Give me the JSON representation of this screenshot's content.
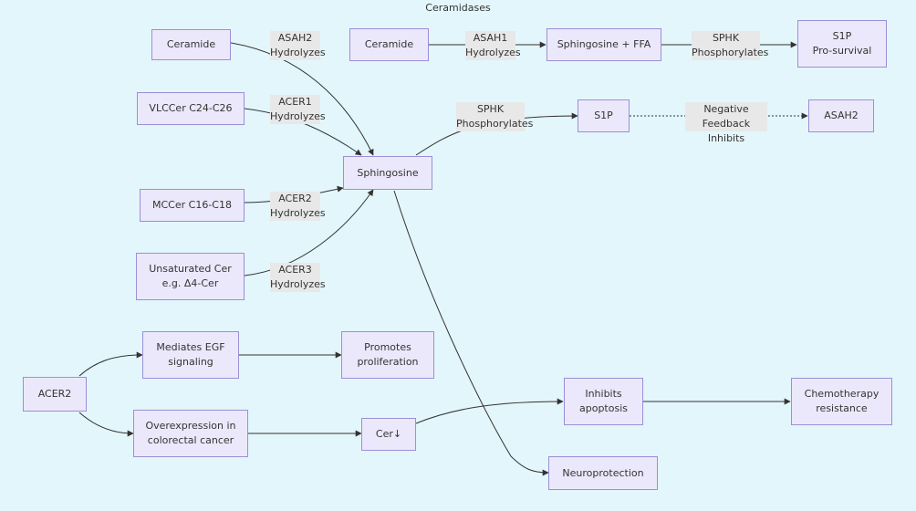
{
  "title": "Ceramidases",
  "colors": {
    "background": "#e3f6fb",
    "node_fill": "#ece8fb",
    "node_border": "#9b8fd6",
    "edge": "#333333",
    "label_fill": "#e8e8e8"
  },
  "nodes": {
    "ceramide_a": "Ceramide",
    "vlccer": "VLCCer C24-C26",
    "mccer": "MCCer C16-C18",
    "unsat_cer": "Unsaturated Cer\ne.g. Δ4-Cer",
    "sphingosine": "Sphingosine",
    "ceramide_b": "Ceramide",
    "sphingosine_ffa": "Sphingosine + FFA",
    "s1p_prosurvival": "S1P\nPro-survival",
    "s1p": "S1P",
    "asah2_target": "ASAH2",
    "acer2": "ACER2",
    "mediates_egf": "Mediates EGF\nsignaling",
    "promotes_prolif": "Promotes\nproliferation",
    "overexpression": "Overexpression in\ncolorectal cancer",
    "cer_down": "Cer↓",
    "inhibits_apoptosis": "Inhibits\napoptosis",
    "chemo_resistance": "Chemotherapy\nresistance",
    "neuroprotection": "Neuroprotection"
  },
  "edge_labels": {
    "asah2_hydrolyzes": "ASAH2\nHydrolyzes",
    "acer1_hydrolyzes": "ACER1\nHydrolyzes",
    "acer2_hydrolyzes": "ACER2\nHydrolyzes",
    "acer3_hydrolyzes": "ACER3\nHydrolyzes",
    "asah1_hydrolyzes": "ASAH1\nHydrolyzes",
    "sphk_phosphorylates_top": "SPHK\nPhosphorylates",
    "sphk_phosphorylates": "SPHK\nPhosphorylates",
    "negative_feedback": "Negative Feedback\nInhibits"
  }
}
